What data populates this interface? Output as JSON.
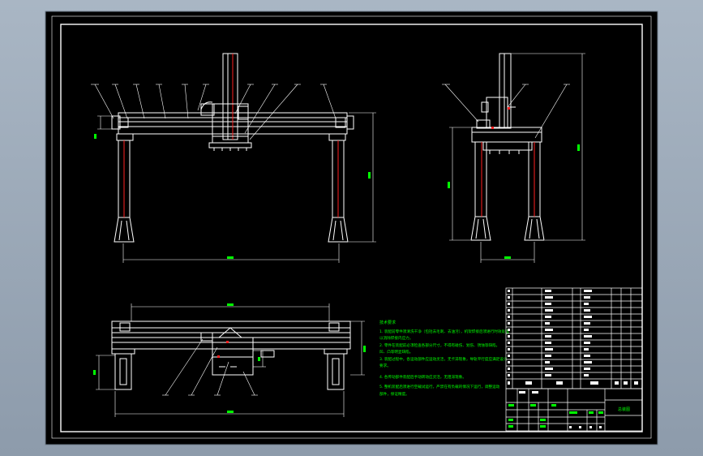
{
  "colors": {
    "background": "#000000",
    "linework": "#ffffff",
    "accent": "#ff2020",
    "annotation": "#00ff00",
    "window": "#98a6b5"
  },
  "notes": {
    "heading": "技术要求",
    "lines": [
      "1. 装配前零件须清洗干净（包括去毛刺、去油污），机架焊接后须进行时效处理",
      "   以消除焊接内应力。",
      "2. 零件在装配前必须检查各部分尺寸，不得有碰伤、划伤、锈蚀等缺陷，",
      "   凹、凸等明显缺陷。",
      "3. 装配过程中，各运动部件应运动灵活，无卡滞现象，导轨平行度应满足设计",
      "   要求。",
      "4. 各传动部件装配后手动转动应灵活，无阻滞现象。",
      "5. 整机装配后须进行空载试运行，严禁在有负载的情况下运行，调整运动",
      "   部件，保证精度。"
    ]
  },
  "title_block": {
    "part_name": "总装图",
    "rows": [
      "",
      "",
      "",
      "",
      "",
      "",
      "",
      "",
      "",
      ""
    ]
  }
}
